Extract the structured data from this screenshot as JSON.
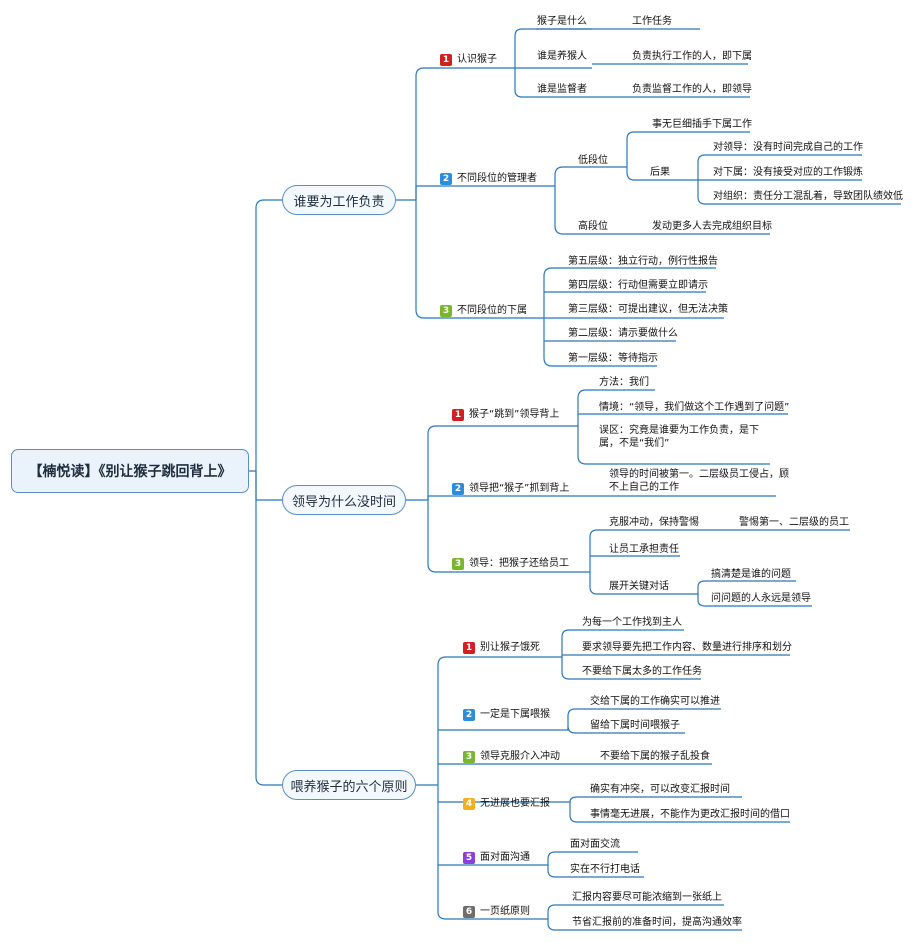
{
  "root": "【楠悦读】《别让猴子跳回背上》",
  "branches": [
    {
      "label": "谁要为工作负责",
      "children": [
        {
          "num": "1",
          "label": "认识猴子",
          "children": [
            {
              "label": "猴子是什么",
              "note": "工作任务"
            },
            {
              "label": "谁是养猴人",
              "note": "负责执行工作的人，即下属"
            },
            {
              "label": "谁是监督者",
              "note": "负责监督工作的人，即领导"
            }
          ]
        },
        {
          "num": "2",
          "label": "不同段位的管理者",
          "children": [
            {
              "label": "低段位",
              "children": [
                {
                  "label": "事无巨细插手下属工作"
                },
                {
                  "label": "后果",
                  "children": [
                    {
                      "label": "对领导：没有时间完成自己的工作"
                    },
                    {
                      "label": "对下属：没有接受对应的工作锻炼"
                    },
                    {
                      "label": "对组织：责任分工混乱着，导致团队绩效低"
                    }
                  ]
                }
              ]
            },
            {
              "label": "高段位",
              "note": "发动更多人去完成组织目标"
            }
          ]
        },
        {
          "num": "3",
          "label": "不同段位的下属",
          "children": [
            {
              "label": "第五层级：独立行动，例行性报告"
            },
            {
              "label": "第四层级：行动但需要立即请示"
            },
            {
              "label": "第三层级：可提出建议，但无法决策"
            },
            {
              "label": "第二层级：请示要做什么"
            },
            {
              "label": "第一层级：等待指示"
            }
          ]
        }
      ]
    },
    {
      "label": "领导为什么没时间",
      "children": [
        {
          "num": "1",
          "label": "猴子“跳到”领导背上",
          "children": [
            {
              "label": "方法：我们"
            },
            {
              "label": "情境：“领导，我们做这个工作遇到了问题”"
            },
            {
              "label": "误区：究竟是谁要为工作负责，是下属，不是“我们”"
            }
          ]
        },
        {
          "num": "2",
          "label": "领导把“猴子”抓到背上",
          "children": [
            {
              "label": "领导的时间被第一。二层级员工侵占，顾不上自己的工作"
            }
          ]
        },
        {
          "num": "3",
          "label": "领导：把猴子还给员工",
          "children": [
            {
              "label": "克服冲动，保持警惕",
              "note": "警惕第一、二层级的员工"
            },
            {
              "label": "让员工承担责任"
            },
            {
              "label": "展开关键对话",
              "children": [
                {
                  "label": "搞清楚是谁的问题"
                },
                {
                  "label": "问问题的人永远是领导"
                }
              ]
            }
          ]
        }
      ]
    },
    {
      "label": "喂养猴子的六个原则",
      "children": [
        {
          "num": "1",
          "label": "别让猴子饿死",
          "children": [
            {
              "label": "为每一个工作找到主人"
            },
            {
              "label": "要求领导要先把工作内容、数量进行排序和划分"
            },
            {
              "label": "不要给下属太多的工作任务"
            }
          ]
        },
        {
          "num": "2",
          "label": "一定是下属喂猴",
          "children": [
            {
              "label": "交给下属的工作确实可以推进"
            },
            {
              "label": "留给下属时间喂猴子"
            }
          ]
        },
        {
          "num": "3",
          "label": "领导克服介入冲动",
          "children": [
            {
              "label": "不要给下属的猴子乱投食"
            }
          ]
        },
        {
          "num": "4",
          "label": "无进展也要汇报",
          "children": [
            {
              "label": "确实有冲突，可以改变汇报时间"
            },
            {
              "label": "事情毫无进展，不能作为更改汇报时间的借口"
            }
          ]
        },
        {
          "num": "5",
          "label": "面对面沟通",
          "children": [
            {
              "label": "面对面交流"
            },
            {
              "label": "实在不行打电话"
            }
          ]
        },
        {
          "num": "6",
          "label": "一页纸原则",
          "children": [
            {
              "label": "汇报内容要尽可能浓缩到一张纸上"
            },
            {
              "label": "节省汇报前的准备时间，提高沟通效率"
            }
          ]
        }
      ]
    }
  ],
  "colors": {
    "line": "#2b77b8",
    "root_border": "#5b8ec7",
    "badge_1": "#d21f1f",
    "badge_2": "#2d8ddd",
    "badge_3": "#7ab52e",
    "badge_4": "#f5b022",
    "badge_5": "#8b3fd6",
    "badge_6": "#6e6e6e"
  }
}
